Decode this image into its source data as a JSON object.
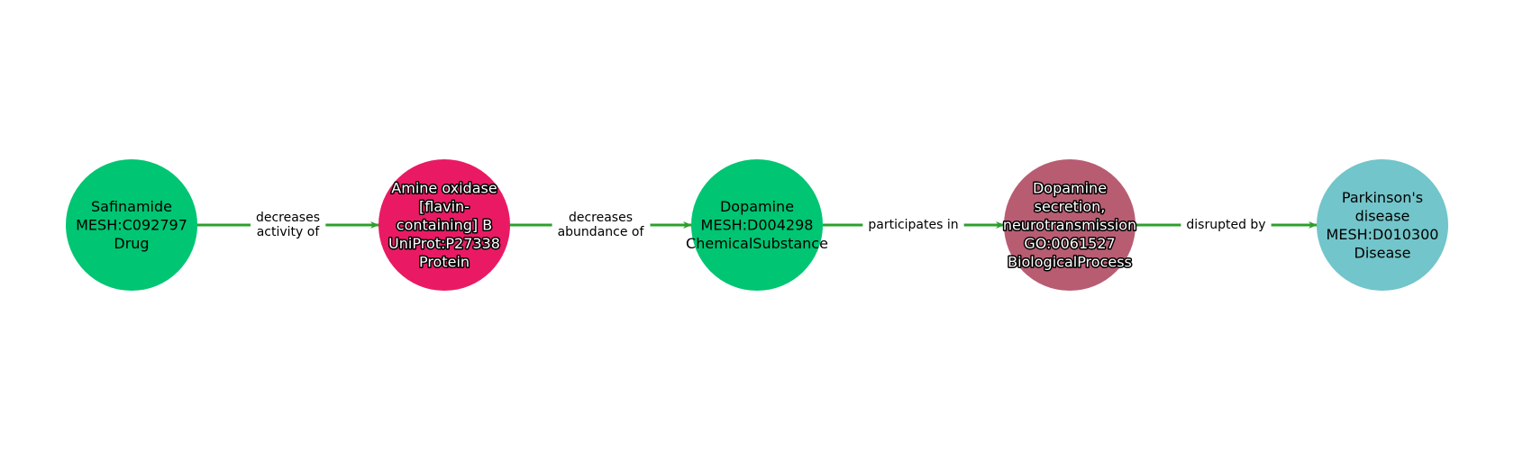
{
  "colors": {
    "edge": "#2ca02c",
    "label_bg": "#ffffff"
  },
  "nodes": [
    {
      "id": "n1",
      "lines": [
        "Safinamide",
        "MESH:C092797",
        "Drug"
      ],
      "color": "#00c572",
      "text_style": "dark"
    },
    {
      "id": "n2",
      "lines": [
        "Amine oxidase",
        "[flavin-",
        "containing] B",
        "UniProt:P27338",
        "Protein"
      ],
      "color": "#e91a63",
      "text_style": "light"
    },
    {
      "id": "n3",
      "lines": [
        "Dopamine",
        "MESH:D004298",
        "ChemicalSubstance"
      ],
      "color": "#00c572",
      "text_style": "dark"
    },
    {
      "id": "n4",
      "lines": [
        "Dopamine",
        "secretion,",
        "neurotransmission",
        "GO:0061527",
        "BiologicalProcess"
      ],
      "color": "#b85c72",
      "text_style": "light"
    },
    {
      "id": "n5",
      "lines": [
        "Parkinson's",
        "disease",
        "MESH:D010300",
        "Disease"
      ],
      "color": "#72c5ca",
      "text_style": "dark"
    }
  ],
  "edges": [
    {
      "from": 0,
      "to": 1,
      "lines": [
        "decreases",
        "activity of"
      ]
    },
    {
      "from": 1,
      "to": 2,
      "lines": [
        "decreases",
        "abundance of"
      ]
    },
    {
      "from": 2,
      "to": 3,
      "lines": [
        "participates in"
      ]
    },
    {
      "from": 3,
      "to": 4,
      "lines": [
        "disrupted by"
      ]
    }
  ]
}
